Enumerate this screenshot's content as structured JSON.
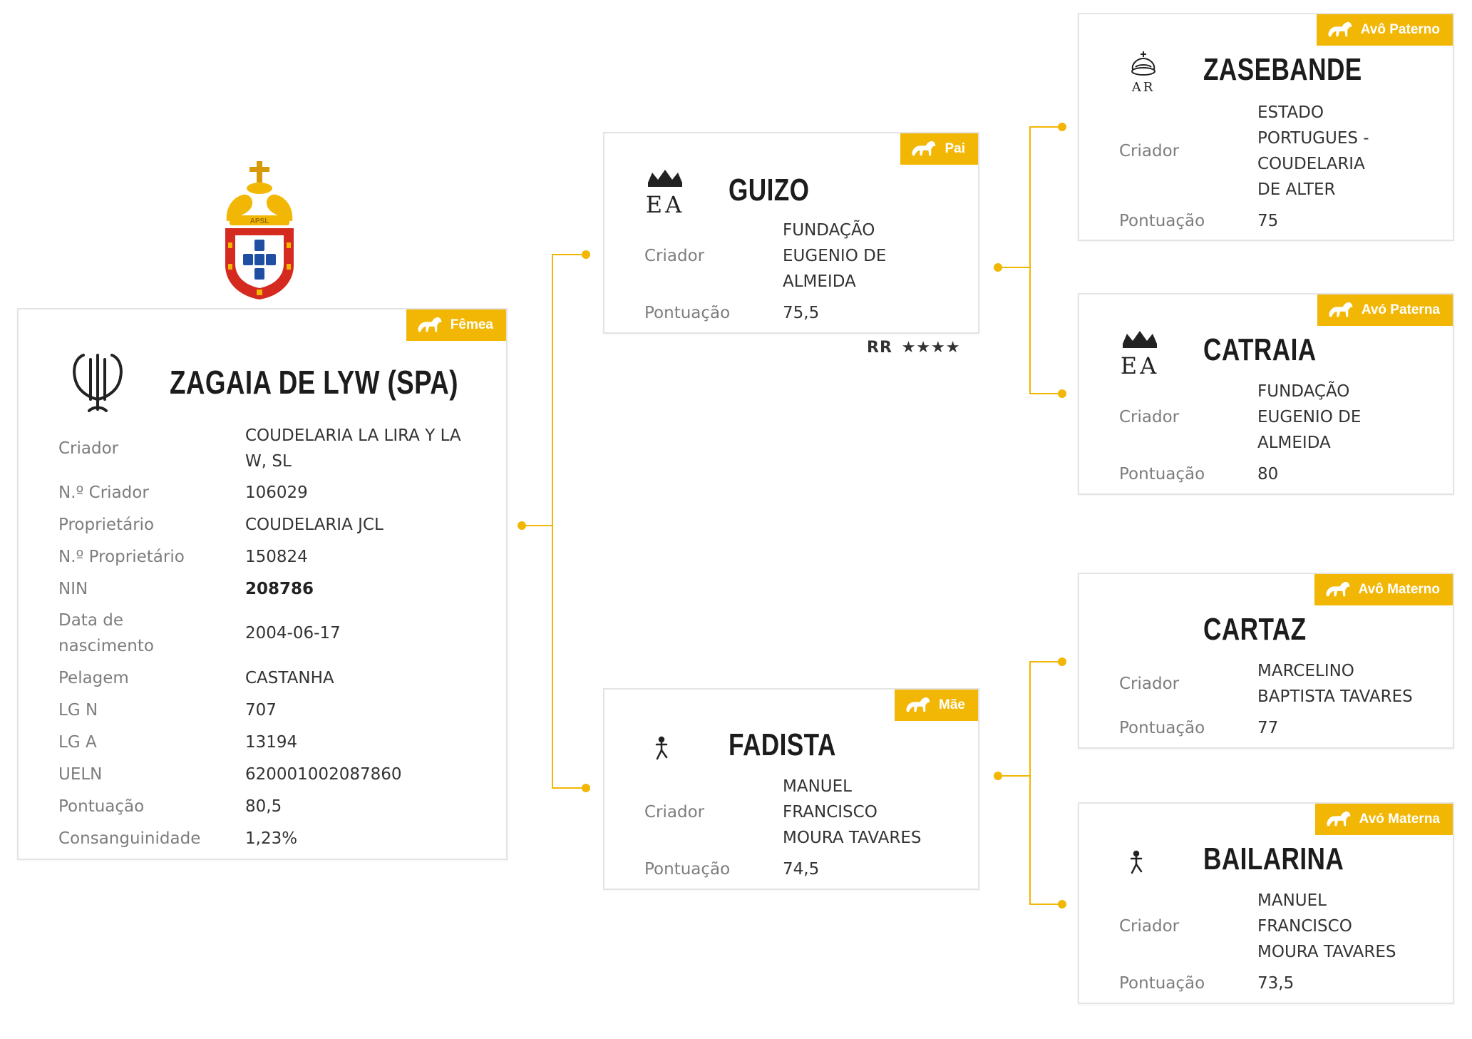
{
  "colors": {
    "accent": "#f2b705",
    "border": "#e4e4e4",
    "label": "#7d7d7d",
    "text": "#333333"
  },
  "logo": {
    "icon": "apsl-coat-of-arms-icon",
    "text": "APSL"
  },
  "subject": {
    "badge": "Fêmea",
    "brand_icon": "lyre-brand-icon",
    "name": "ZAGAIA DE LYW (SPA)",
    "fields": [
      {
        "label": "Criador",
        "value": "COUDELARIA LA LIRA Y LA W, SL"
      },
      {
        "label": "N.º Criador",
        "value": "106029"
      },
      {
        "label": "Proprietário",
        "value": "COUDELARIA JCL"
      },
      {
        "label": "N.º Proprietário",
        "value": "150824"
      },
      {
        "label": "NIN",
        "value": "208786"
      },
      {
        "label": "Data de nascimento",
        "value": "2004-06-17"
      },
      {
        "label": "Pelagem",
        "value": "CASTANHA"
      },
      {
        "label": "LG N",
        "value": "707"
      },
      {
        "label": "LG A",
        "value": "13194"
      },
      {
        "label": "UELN",
        "value": "620001002087860"
      },
      {
        "label": "Pontuação",
        "value": "80,5"
      },
      {
        "label": "Consanguinidade",
        "value": "1,23%"
      }
    ]
  },
  "sire": {
    "badge": "Pai",
    "brand_icon": "crown-ea-brand-icon",
    "brand_text": "EA",
    "name": "GUIZO",
    "breeder_label": "Criador",
    "breeder": "FUNDAÇÃO EUGENIO DE ALMEIDA",
    "score_label": "Pontuação",
    "score": "75,5",
    "rating_label": "RR",
    "rating_stars": 4
  },
  "dam": {
    "badge": "Mãe",
    "brand_icon": "figure-brand-icon",
    "name": "FADISTA",
    "breeder_label": "Criador",
    "breeder": "MANUEL FRANCISCO MOURA TAVARES",
    "score_label": "Pontuação",
    "score": "74,5"
  },
  "pgs": {
    "badge": "Avô Paterno",
    "brand_icon": "crown-ar-brand-icon",
    "brand_text": "AR",
    "name": "ZASEBANDE",
    "breeder_label": "Criador",
    "breeder": "ESTADO PORTUGUES - COUDELARIA DE ALTER",
    "score_label": "Pontuação",
    "score": "75"
  },
  "pgd": {
    "badge": "Avó Paterna",
    "brand_icon": "crown-ea-brand-icon",
    "brand_text": "EA",
    "name": "CATRAIA",
    "breeder_label": "Criador",
    "breeder": "FUNDAÇÃO EUGENIO DE ALMEIDA",
    "score_label": "Pontuação",
    "score": "80"
  },
  "mgs": {
    "badge": "Avô Materno",
    "name": "CARTAZ",
    "breeder_label": "Criador",
    "breeder": "MARCELINO BAPTISTA TAVARES",
    "score_label": "Pontuação",
    "score": "77"
  },
  "mgd": {
    "badge": "Avó Materna",
    "brand_icon": "figure-brand-icon",
    "name": "BAILARINA",
    "breeder_label": "Criador",
    "breeder": "MANUEL FRANCISCO MOURA TAVARES",
    "score_label": "Pontuação",
    "score": "73,5"
  }
}
